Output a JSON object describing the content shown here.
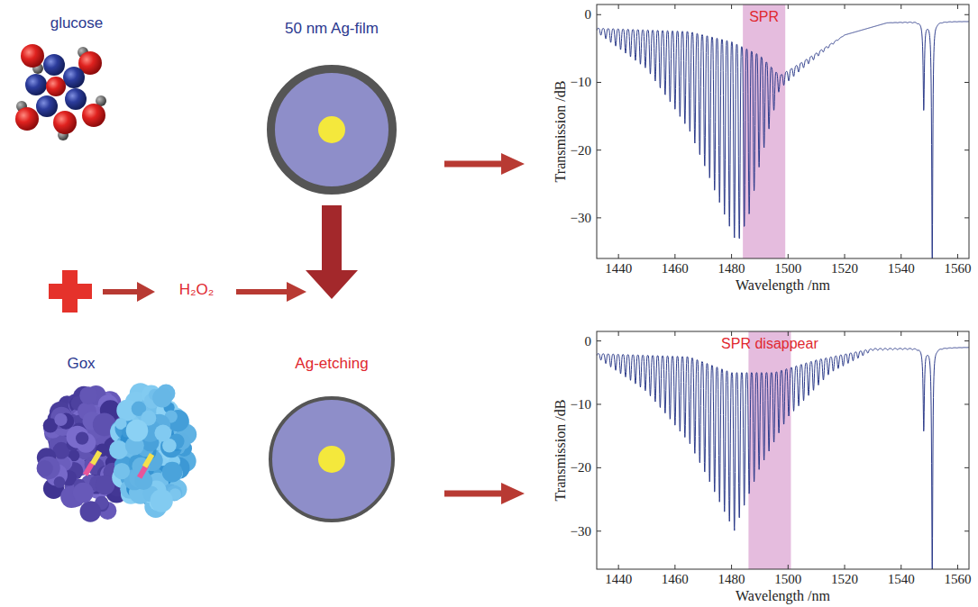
{
  "diagram": {
    "nodes": [
      {
        "text": [
          "glucose"
        ]
      },
      {
        "text": [
          "Gox"
        ]
      },
      {
        "text": [
          "H₂O₂"
        ]
      },
      {
        "text": [
          "50 nm Ag-film"
        ]
      },
      {
        "text": [
          "Ag-etching"
        ]
      },
      {
        "text": [
          "SPR",
          "Transmission /dB",
          "Wavelength /nm",
          "0",
          "−10",
          "−20",
          "−30",
          "1440",
          "1460",
          "1480",
          "1500",
          "1520",
          "1540",
          "1560"
        ]
      },
      {
        "text": [
          "SPR disappear",
          "Transmission /dB",
          "Wavelength /nm",
          "0",
          "−10",
          "−20",
          "−30",
          "1440",
          "1460",
          "1480",
          "1500",
          "1520",
          "1540",
          "1560"
        ]
      }
    ],
    "edges": [
      {
        "from": 3,
        "to": 4,
        "arrow": "to"
      },
      {
        "from": 3,
        "to": 5,
        "arrow": "to"
      },
      {
        "from": 4,
        "to": 6,
        "arrow": "to"
      }
    ]
  }
}
